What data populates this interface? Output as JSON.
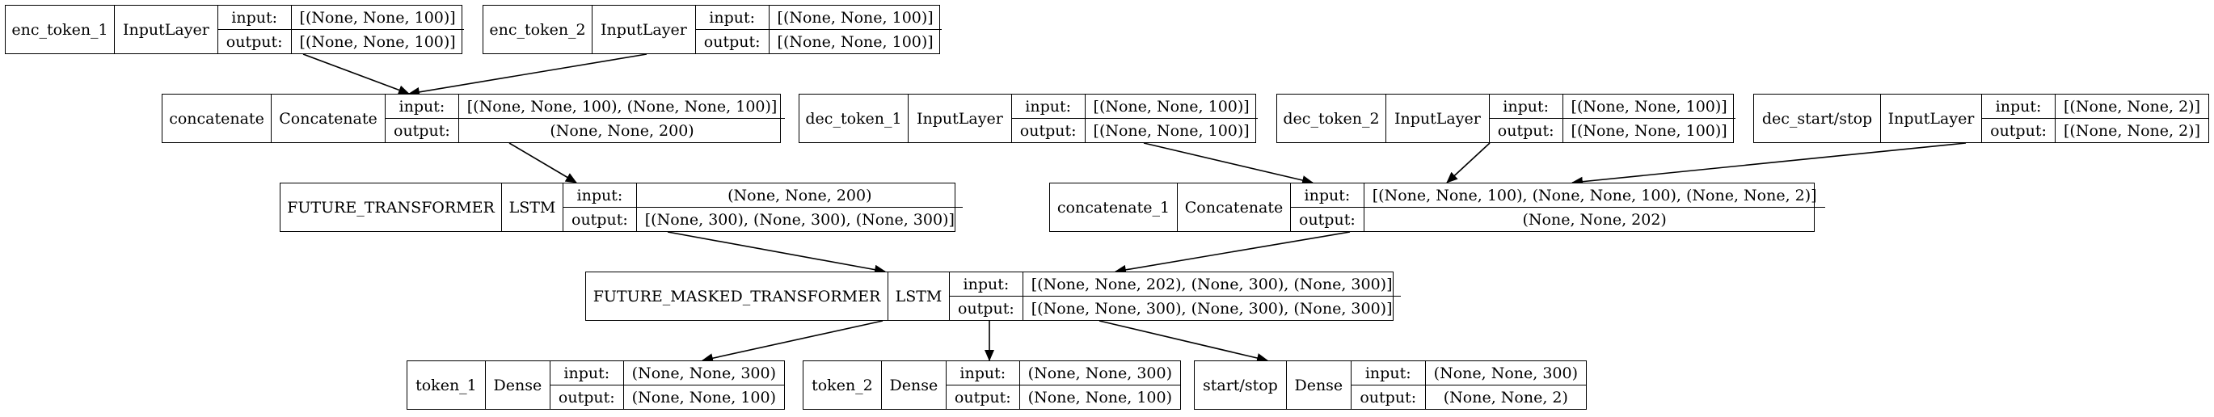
{
  "nodes": [
    {
      "id": "enc_token_1",
      "name": "enc_token_1",
      "type": "InputLayer",
      "input": "[(None, None, 100)]",
      "output": "[(None, None, 100)]"
    },
    {
      "id": "enc_token_2",
      "name": "enc_token_2",
      "type": "InputLayer",
      "input": "[(None, None, 100)]",
      "output": "[(None, None, 100)]"
    },
    {
      "id": "concatenate",
      "name": "concatenate",
      "type": "Concatenate",
      "input": "[(None, None, 100), (None, None, 100)]",
      "output": "(None, None, 200)"
    },
    {
      "id": "dec_token_1",
      "name": "dec_token_1",
      "type": "InputLayer",
      "input": "[(None, None, 100)]",
      "output": "[(None, None, 100)]"
    },
    {
      "id": "dec_token_2",
      "name": "dec_token_2",
      "type": "InputLayer",
      "input": "[(None, None, 100)]",
      "output": "[(None, None, 100)]"
    },
    {
      "id": "dec_start_stop",
      "name": "dec_start/stop",
      "type": "InputLayer",
      "input": "[(None, None, 2)]",
      "output": "[(None, None, 2)]"
    },
    {
      "id": "future_transformer",
      "name": "FUTURE_TRANSFORMER",
      "type": "LSTM",
      "input": "(None, None, 200)",
      "output": "[(None, 300), (None, 300), (None, 300)]"
    },
    {
      "id": "concatenate_1",
      "name": "concatenate_1",
      "type": "Concatenate",
      "input": "[(None, None, 100), (None, None, 100), (None, None, 2)]",
      "output": "(None, None, 202)"
    },
    {
      "id": "future_masked_transformer",
      "name": "FUTURE_MASKED_TRANSFORMER",
      "type": "LSTM",
      "input": "[(None, None, 202), (None, 300), (None, 300)]",
      "output": "[(None, None, 300), (None, 300), (None, 300)]"
    },
    {
      "id": "token_1",
      "name": "token_1",
      "type": "Dense",
      "input": "(None, None, 300)",
      "output": "(None, None, 100)"
    },
    {
      "id": "token_2",
      "name": "token_2",
      "type": "Dense",
      "input": "(None, None, 300)",
      "output": "(None, None, 100)"
    },
    {
      "id": "start_stop",
      "name": "start/stop",
      "type": "Dense",
      "input": "(None, None, 300)",
      "output": "(None, None, 2)"
    }
  ],
  "labels": {
    "input": "input:",
    "output": "output:"
  },
  "edges": [
    {
      "from": "enc_token_1",
      "to": "concatenate"
    },
    {
      "from": "enc_token_2",
      "to": "concatenate"
    },
    {
      "from": "concatenate",
      "to": "future_transformer"
    },
    {
      "from": "dec_token_1",
      "to": "concatenate_1"
    },
    {
      "from": "dec_token_2",
      "to": "concatenate_1"
    },
    {
      "from": "dec_start_stop",
      "to": "concatenate_1"
    },
    {
      "from": "future_transformer",
      "to": "future_masked_transformer"
    },
    {
      "from": "concatenate_1",
      "to": "future_masked_transformer"
    },
    {
      "from": "future_masked_transformer",
      "to": "token_1"
    },
    {
      "from": "future_masked_transformer",
      "to": "token_2"
    },
    {
      "from": "future_masked_transformer",
      "to": "start_stop"
    }
  ],
  "colors": {
    "stroke": "#000000",
    "background": "#ffffff"
  }
}
